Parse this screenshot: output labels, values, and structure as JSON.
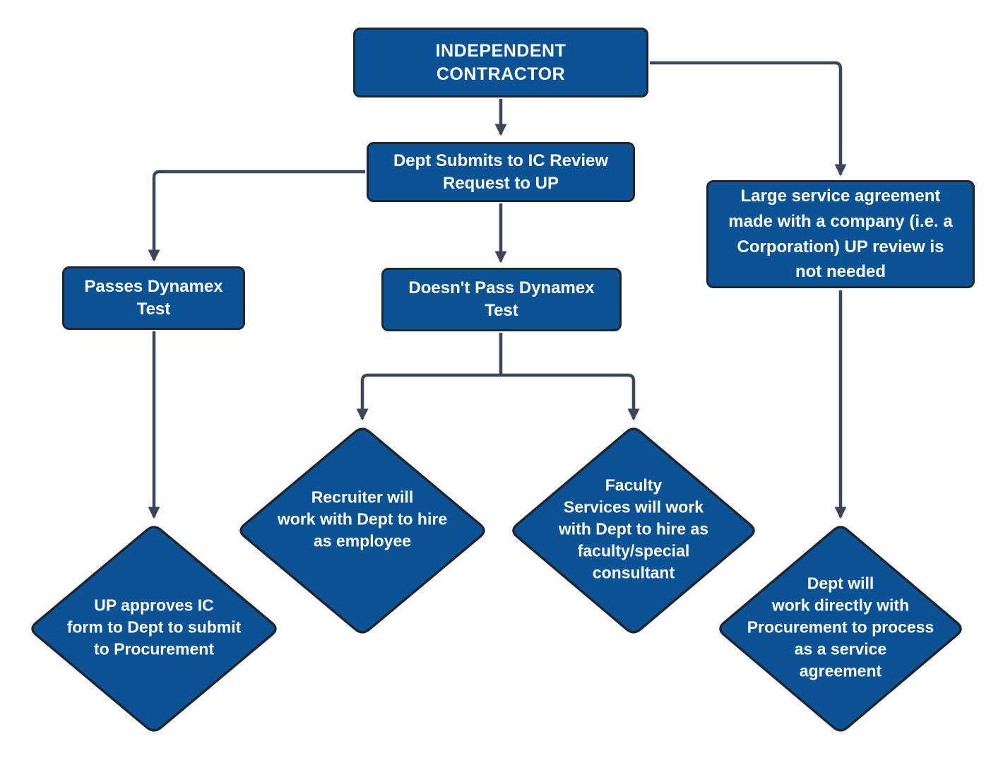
{
  "diagram": {
    "type": "flowchart",
    "background": "#ffffff",
    "colors": {
      "node_fill": "#0c5296",
      "node_border": "#20262e",
      "connector": "#3b4759",
      "label_text": "#ffffff"
    },
    "nodes": {
      "independent_contractor": {
        "shape": "rounded-rectangle",
        "label": "INDEPENDENT\nCONTRACTOR"
      },
      "dept_submits": {
        "shape": "rounded-rectangle",
        "label": "Dept Submits to IC Review\nRequest to UP"
      },
      "large_service_agreement": {
        "shape": "rounded-rectangle",
        "label": "Large service agreement\nmade with a company (i.e. a\nCorporation) UP review is\nnot needed"
      },
      "passes_dynamex": {
        "shape": "rounded-rectangle",
        "label": "Passes Dynamex\nTest"
      },
      "doesnt_pass_dynamex": {
        "shape": "rounded-rectangle",
        "label": "Doesn't Pass Dynamex\nTest"
      },
      "up_approves": {
        "shape": "diamond",
        "label": "UP approves IC\nform to Dept to submit\nto Procurement"
      },
      "recruiter": {
        "shape": "diamond",
        "label": "Recruiter will\nwork with Dept to hire\nas employee"
      },
      "faculty_services": {
        "shape": "diamond",
        "label": "Faculty\nServices will work\nwith Dept to hire as\nfaculty/special\nconsultant"
      },
      "dept_procurement": {
        "shape": "diamond",
        "label": "Dept will\nwork directly with\nProcurement to process\nas a service\nagreement"
      }
    },
    "edges": [
      {
        "from": "independent_contractor",
        "to": "dept_submits"
      },
      {
        "from": "independent_contractor",
        "to": "large_service_agreement"
      },
      {
        "from": "dept_submits",
        "to": "passes_dynamex"
      },
      {
        "from": "dept_submits",
        "to": "doesnt_pass_dynamex"
      },
      {
        "from": "doesnt_pass_dynamex",
        "to": "recruiter"
      },
      {
        "from": "doesnt_pass_dynamex",
        "to": "faculty_services"
      },
      {
        "from": "passes_dynamex",
        "to": "up_approves"
      },
      {
        "from": "large_service_agreement",
        "to": "dept_procurement"
      }
    ]
  }
}
